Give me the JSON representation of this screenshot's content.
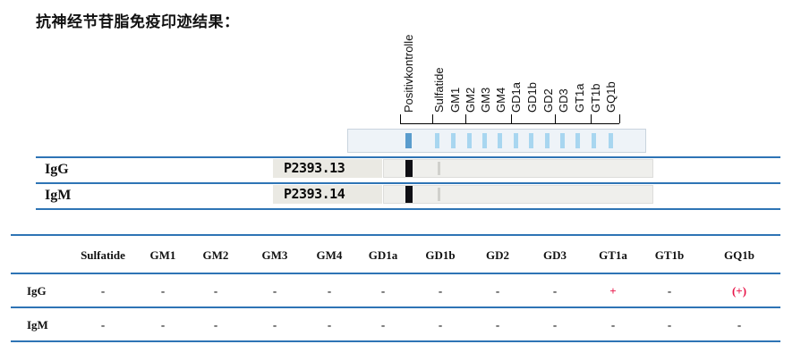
{
  "title": "抗神经节苷脂免疫印迹结果：",
  "strip_labels": [
    "Positivkontrolle",
    "Sulfatide",
    "GM1",
    "GM2",
    "GM3",
    "GM4",
    "GD1a",
    "GD1b",
    "GD2",
    "GD3",
    "GT1a",
    "GT1b",
    "GQ1b"
  ],
  "strips": [
    {
      "label": "IgG",
      "sample_id": "P2393.13"
    },
    {
      "label": "IgM",
      "sample_id": "P2393.14"
    }
  ],
  "table": {
    "columns": [
      "Sulfatide",
      "GM1",
      "GM2",
      "GM3",
      "GM4",
      "GD1a",
      "GD1b",
      "GD2",
      "GD3",
      "GT1a",
      "GT1b",
      "GQ1b"
    ],
    "rows": [
      {
        "label": "IgG",
        "values": [
          "-",
          "-",
          "-",
          "-",
          "-",
          "-",
          "-",
          "-",
          "-",
          "+",
          "-",
          "(+)"
        ]
      },
      {
        "label": "IgM",
        "values": [
          "-",
          "-",
          "-",
          "-",
          "-",
          "-",
          "-",
          "-",
          "-",
          "-",
          "-",
          "-"
        ]
      }
    ]
  },
  "colors": {
    "positive": "#e8174a",
    "rule": "#2e74b5",
    "control_band": "#5a9ccd",
    "antigen_band": "#a8d6f0"
  }
}
